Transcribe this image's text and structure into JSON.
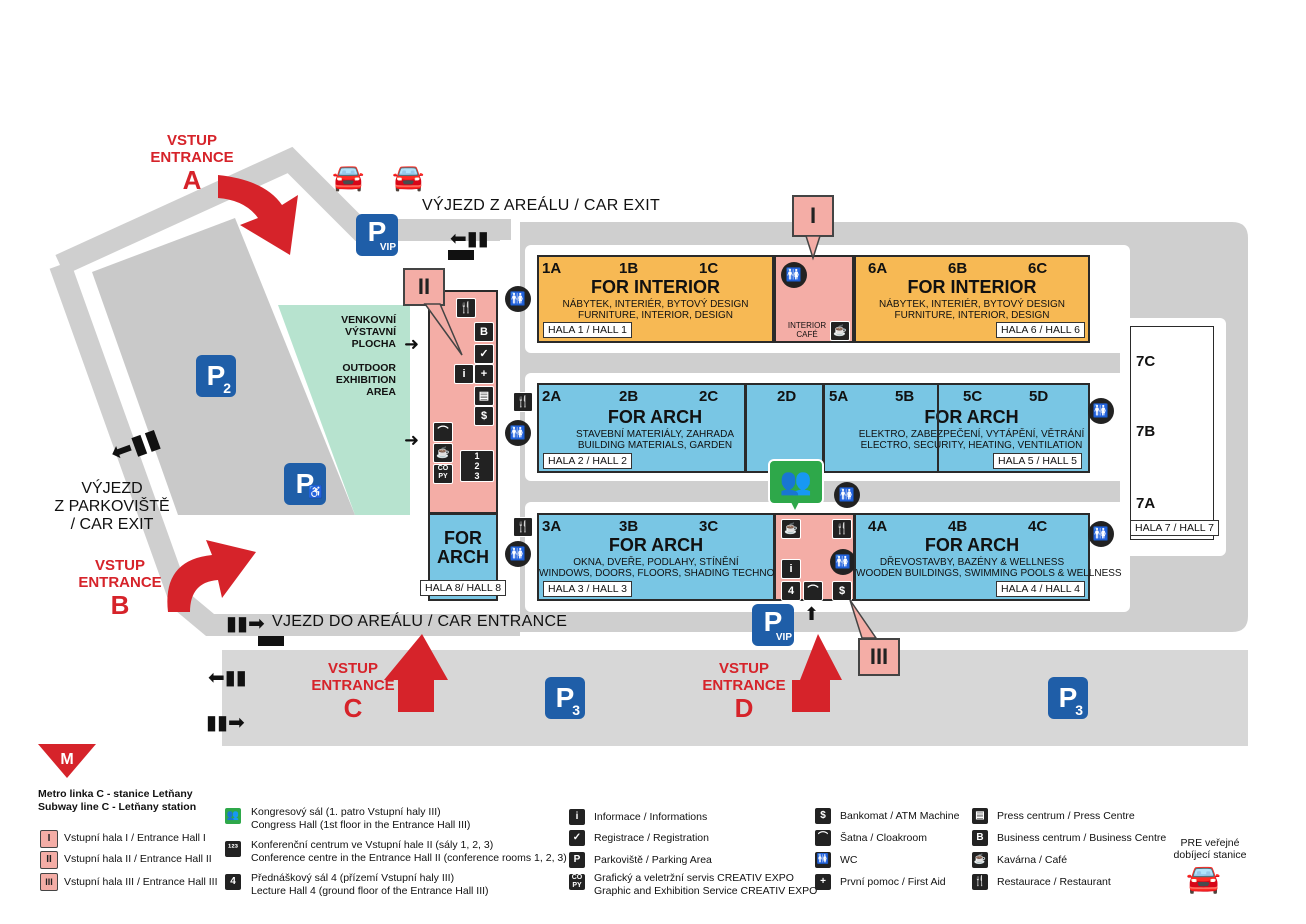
{
  "entrances": {
    "A": {
      "label1": "VSTUP",
      "label2": "ENTRANCE",
      "letter": "A"
    },
    "B": {
      "label1": "VSTUP",
      "label2": "ENTRANCE",
      "letter": "B"
    },
    "C": {
      "label1": "VSTUP",
      "label2": "ENTRANCE",
      "letter": "C"
    },
    "D": {
      "label1": "VSTUP",
      "label2": "ENTRANCE",
      "letter": "D"
    }
  },
  "roads": {
    "car_exit_top": "VÝJEZD Z AREÁLU / CAR EXIT",
    "car_exit_parking_1": "VÝJEZD",
    "car_exit_parking_2": "Z PARKOVIŠTĚ",
    "car_exit_parking_3": "/ CAR EXIT",
    "car_entrance": "VJEZD DO AREÁLU / CAR ENTRANCE"
  },
  "parking": {
    "p2": "2",
    "p3a": "3",
    "p3b": "3",
    "vip": "VIP",
    "p": "P"
  },
  "outdoor": {
    "cz1": "VENKOVNÍ",
    "cz2": "VÝSTAVNÍ",
    "cz3": "PLOCHA",
    "en1": "OUTDOOR",
    "en2": "EXHIBITION",
    "en3": "AREA"
  },
  "entrance_halls": {
    "I": "I",
    "II": "II",
    "III": "III"
  },
  "halls": {
    "h1": {
      "c1": "1A",
      "c2": "1B",
      "c3": "1C",
      "title": "FOR INTERIOR",
      "cz": "NÁBYTEK, INTERIÉR, BYTOVÝ DESIGN",
      "en": "FURNITURE, INTERIOR, DESIGN",
      "name": "HALA 1 / HALL 1"
    },
    "h6": {
      "c1": "6A",
      "c2": "6B",
      "c3": "6C",
      "title": "FOR INTERIOR",
      "cz": "NÁBYTEK, INTERIÉR, BYTOVÝ DESIGN",
      "en": "FURNITURE, INTERIOR, DESIGN",
      "name": "HALA 6 / HALL 6"
    },
    "cafe": {
      "l1": "INTERIOR",
      "l2": "CAFÉ"
    },
    "h2": {
      "c1": "2A",
      "c2": "2B",
      "c3": "2C",
      "title": "FOR ARCH",
      "cz": "STAVEBNÍ MATERIÁLY, ZAHRADA",
      "en": "BUILDING MATERIALS, GARDEN",
      "name": "HALA 2 / HALL 2"
    },
    "h2d": {
      "c1": "2D"
    },
    "h5": {
      "c1": "5A",
      "c2": "5B",
      "c3": "5C",
      "c4": "5D",
      "title": "FOR ARCH",
      "cz": "ELEKTRO, ZABEZPEČENÍ, VYTÁPĚNÍ, VĚTRÁNÍ",
      "en": "ELECTRO, SECURITY, HEATING, VENTILATION",
      "name": "HALA 5 / HALL 5"
    },
    "h3": {
      "c1": "3A",
      "c2": "3B",
      "c3": "3C",
      "title": "FOR ARCH",
      "cz": "OKNA, DVEŘE, PODLAHY, STÍNĚNÍ",
      "en": "WINDOWS, DOORS, FLOORS, SHADING TECHNOLOGIES",
      "name": "HALA 3 / HALL 3"
    },
    "h4": {
      "c1": "4A",
      "c2": "4B",
      "c3": "4C",
      "title": "FOR ARCH",
      "cz": "DŘEVOSTAVBY, BAZÉNY & WELLNESS",
      "en": "WOODEN BUILDINGS, SWIMMING POOLS & WELLNESS",
      "name": "HALA 4 / HALL 4"
    },
    "h7": {
      "c1": "7C",
      "c2": "7B",
      "c3": "7A",
      "name": "HALA 7 / HALL 7"
    },
    "h8": {
      "t1": "FOR",
      "t2": "ARCH",
      "name": "HALA 8/ HALL 8"
    }
  },
  "legend": {
    "metro1": "Metro linka C - stanice Letňany",
    "metro2": "Subway line C - Letňany station",
    "eh1": "Vstupní hala I / Entrance Hall I",
    "eh2": "Vstupní hala II / Entrance Hall II",
    "eh3": "Vstupní hala III / Entrance Hall III",
    "congress1": "Kongresový sál (1. patro Vstupní haly III)",
    "congress2": "Congress Hall (1st floor in the Entrance Hall III)",
    "conf1": "Konferenční centrum ve Vstupní hale II (sály 1, 2, 3)",
    "conf2": "Conference centre in the Entrance Hall II (conference rooms 1, 2, 3)",
    "lecture1": "Přednáškový sál 4 (přízemí Vstupní haly III)",
    "lecture2": "Lecture Hall 4 (ground floor of the Entrance Hall III)",
    "info": "Informace / Informations",
    "reg": "Registrace / Registration",
    "park": "Parkoviště / Parking Area",
    "graphic1": "Grafický a veletržní servis CREATIV EXPO",
    "graphic2": "Graphic and Exhibition Service CREATIV EXPO",
    "atm": "Bankomat / ATM Machine",
    "cloak": "Šatna / Cloakroom",
    "wc": "WC",
    "aid": "První pomoc / First Aid",
    "press": "Press centrum / Press Centre",
    "business": "Business centrum / Business Centre",
    "cafe": "Kavárna / Café",
    "rest": "Restaurace / Restaurant",
    "pre1": "PRE veřejné",
    "pre2": "dobíjecí stanice"
  },
  "colors": {
    "road": "#cfcfcf",
    "interior": "#f7b954",
    "arch": "#79c6e4",
    "entrance": "#f4ada6",
    "outdoor": "#b7e3cf",
    "parking": "#1f5ea8",
    "red": "#d6232a",
    "ev": "#2ea84a"
  }
}
